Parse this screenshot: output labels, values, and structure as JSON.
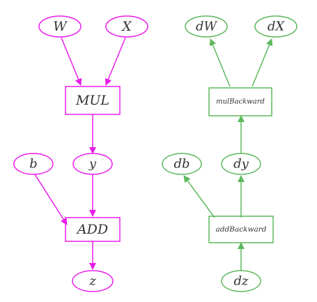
{
  "colors": {
    "forward": "#e81ee8",
    "backward": "#5cb85c",
    "text": "#333333",
    "background": "#ffffff"
  },
  "forward_graph": {
    "nodes": {
      "W": "W",
      "X": "X",
      "MUL": "MUL",
      "b": "b",
      "y": "y",
      "ADD": "ADD",
      "z": "z"
    }
  },
  "backward_graph": {
    "nodes": {
      "dW": "dW",
      "dX": "dX",
      "mulBackward": "mulBackward",
      "db": "db",
      "dy": "dy",
      "addBackward": "addBackward",
      "dz": "dz"
    }
  }
}
